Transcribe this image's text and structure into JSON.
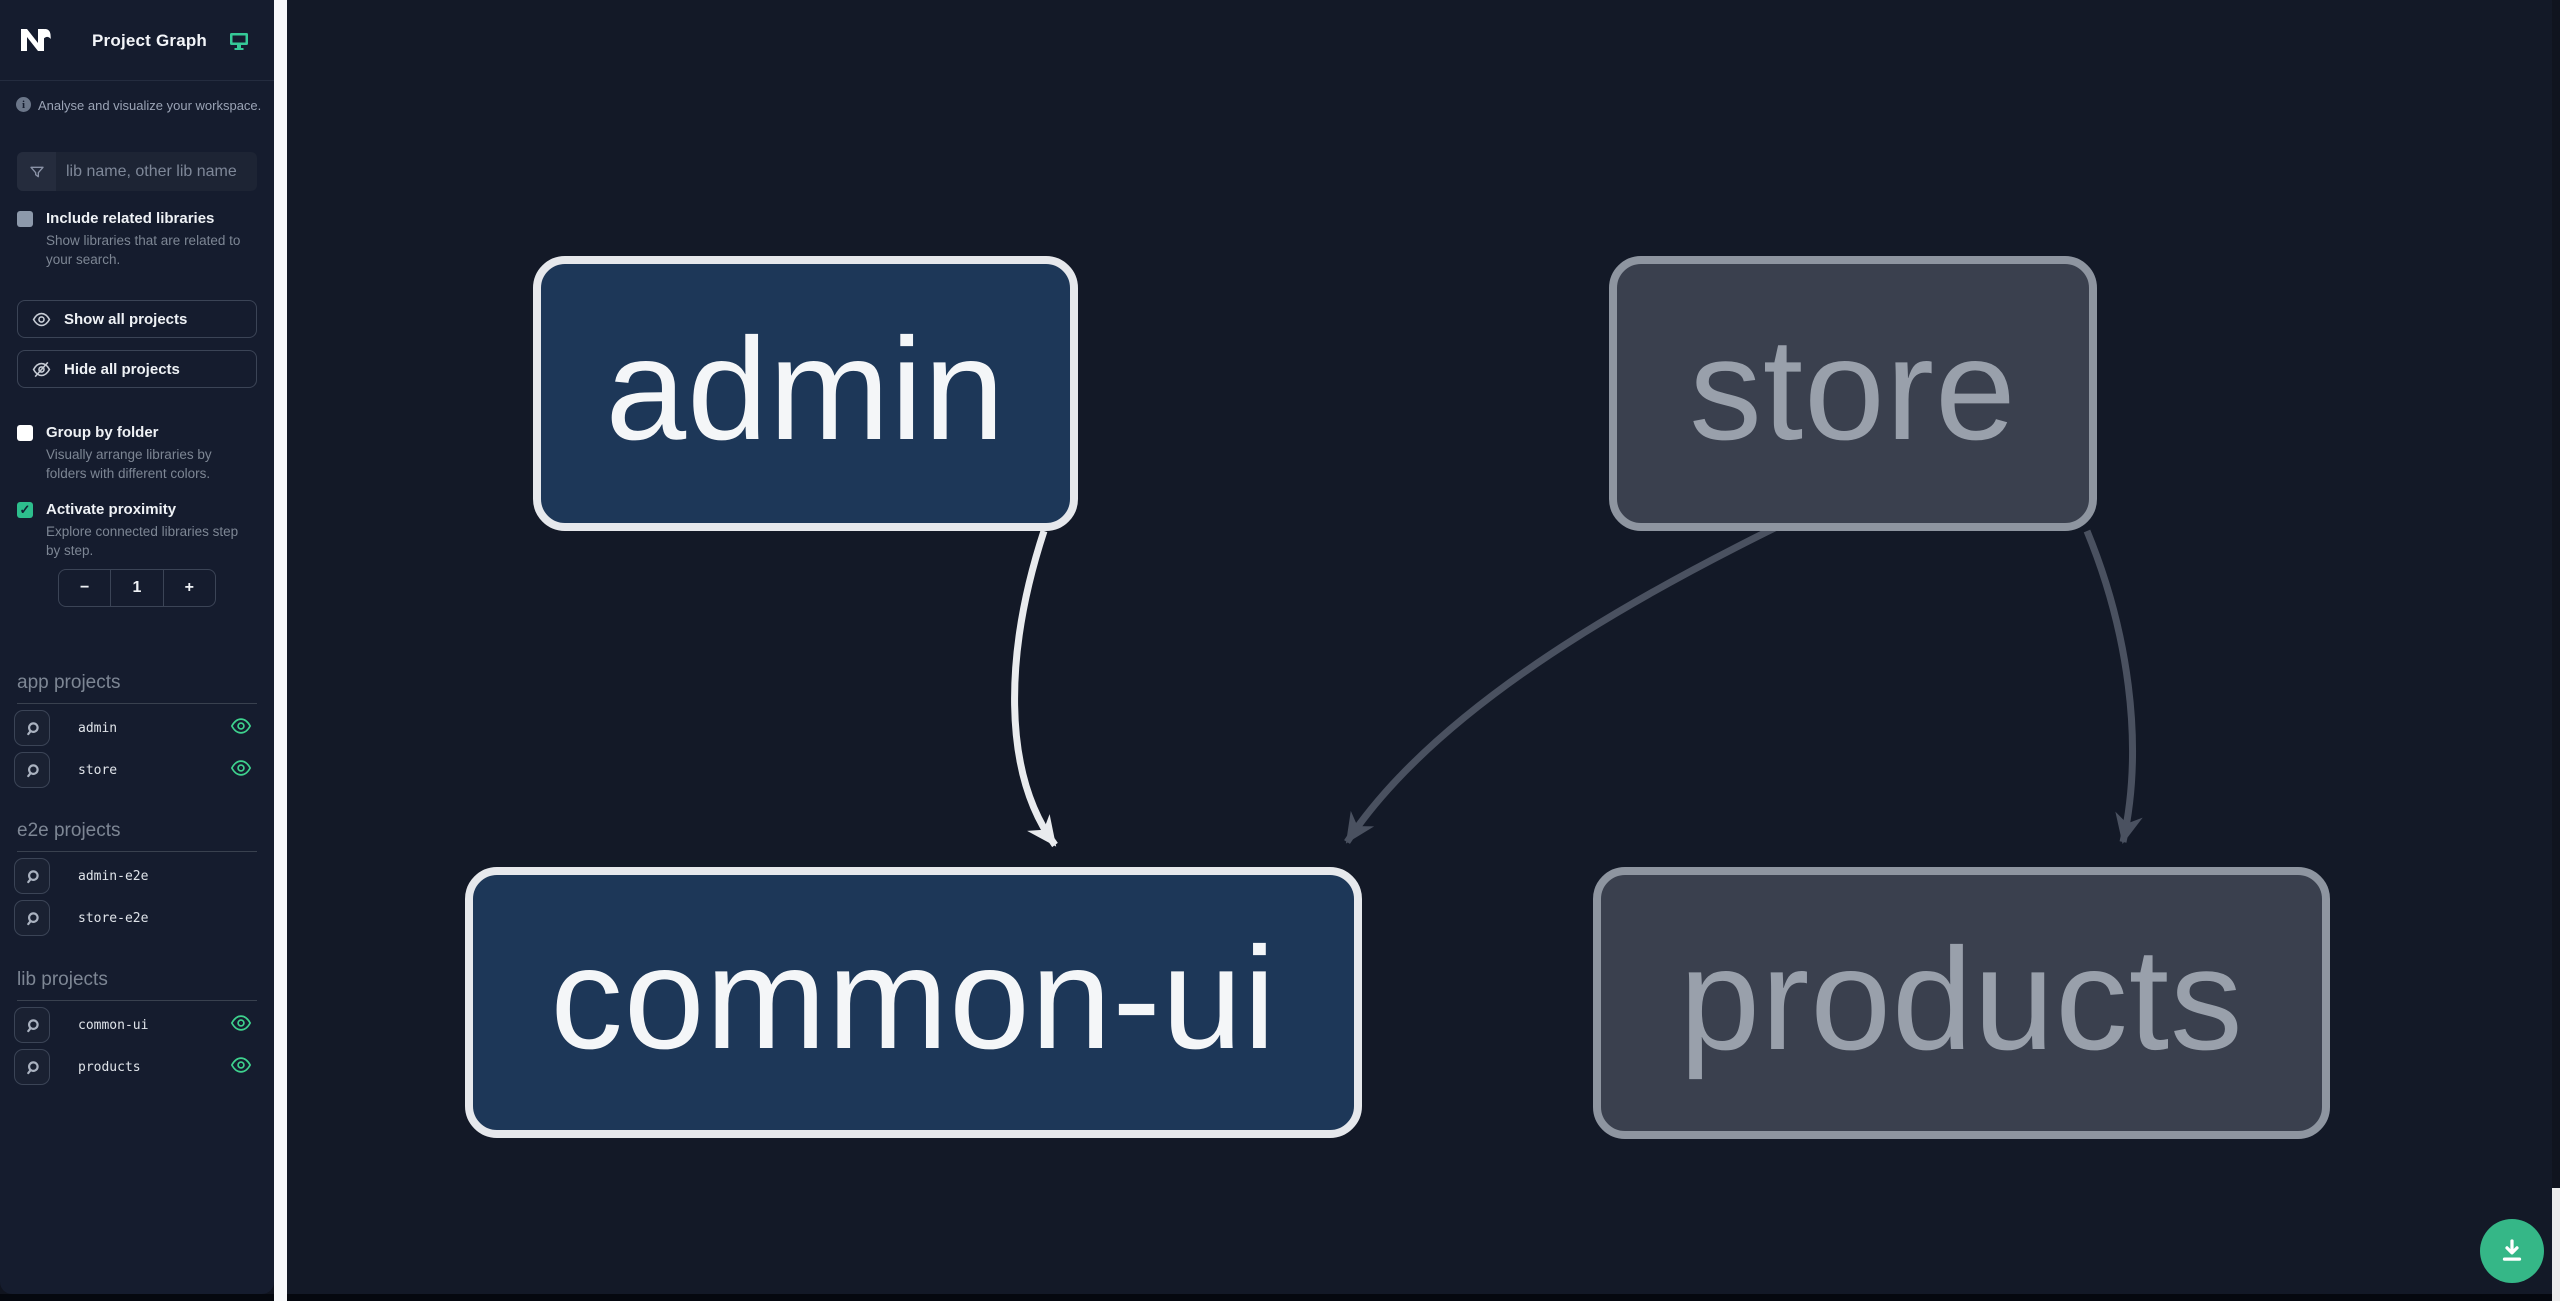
{
  "header": {
    "title": "Project Graph"
  },
  "sidebar": {
    "tagline": "Analyse and visualize your workspace.",
    "filter": {
      "placeholder": "lib name, other lib name"
    },
    "related": {
      "label": "Include related libraries",
      "desc": "Show libraries that are related to your search.",
      "checked": false
    },
    "buttons": {
      "show_all": "Show all projects",
      "hide_all": "Hide all projects"
    },
    "group": {
      "label": "Group by folder",
      "desc": "Visually arrange libraries by folders with different colors.",
      "checked": false
    },
    "proximity": {
      "label": "Activate proximity",
      "desc": "Explore connected libraries step by step.",
      "checked": true,
      "minus": "−",
      "value": "1",
      "plus": "+",
      "check_glyph": "✓"
    },
    "projects": {
      "app": {
        "title": "app projects",
        "items": [
          {
            "name": "admin",
            "eye": true
          },
          {
            "name": "store",
            "eye": true
          }
        ]
      },
      "e2e": {
        "title": "e2e projects",
        "items": [
          {
            "name": "admin-e2e",
            "eye": false
          },
          {
            "name": "store-e2e",
            "eye": false
          }
        ]
      },
      "lib": {
        "title": "lib projects",
        "items": [
          {
            "name": "common-ui",
            "eye": true
          },
          {
            "name": "products",
            "eye": true
          }
        ]
      }
    }
  },
  "graph": {
    "nodes": {
      "admin": {
        "label": "admin",
        "state": "focused"
      },
      "store": {
        "label": "store",
        "state": "dim"
      },
      "commonui": {
        "label": "common-ui",
        "state": "focused"
      },
      "products": {
        "label": "products",
        "state": "dim"
      }
    },
    "edges": [
      {
        "from": "admin",
        "to": "common-ui",
        "style": "light"
      },
      {
        "from": "store",
        "to": "common-ui",
        "style": "dim"
      },
      {
        "from": "store",
        "to": "products",
        "style": "dim"
      }
    ]
  },
  "colors": {
    "accent_teal": "#34d399",
    "eye_green": "#3ed28e",
    "node_focused_bg": "#1d3758",
    "node_focused_border": "#e6e8ec",
    "node_dim_bg": "#3a404e",
    "node_dim_border": "#8e95a0",
    "edge_light": "#e9ebee",
    "edge_dim": "#4a5160",
    "fab_green": "#35b787",
    "sidebar_bg": "#151c2e",
    "canvas_bg": "#131927"
  }
}
